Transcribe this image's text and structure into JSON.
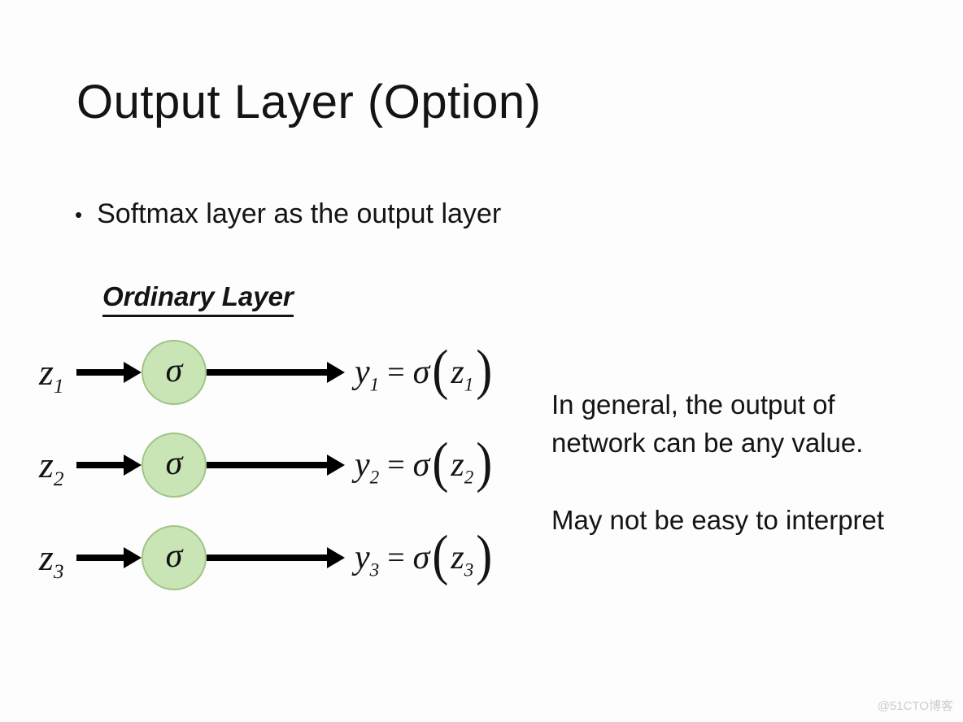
{
  "slide": {
    "title": "Output Layer (Option)",
    "bullet_char": "•",
    "bullet_text": "Softmax layer as the output layer",
    "diagram_heading": "Ordinary Layer",
    "sigma": "σ",
    "equals": "=",
    "paren_open": "(",
    "paren_close": ")",
    "rows": [
      {
        "input_base": "z",
        "input_sub": "1",
        "output_base": "y",
        "output_sub": "1"
      },
      {
        "input_base": "z",
        "input_sub": "2",
        "output_base": "y",
        "output_sub": "2"
      },
      {
        "input_base": "z",
        "input_sub": "3",
        "output_base": "y",
        "output_sub": "3"
      }
    ],
    "note_line1": "In general, the output of network can be any value.",
    "note_line2": "May not be easy to interpret",
    "watermark": "@51CTO博客"
  },
  "colors": {
    "bg": "#fdfdfd",
    "text": "#141414",
    "arrow": "#000000",
    "node_fill": "#c9e4b5",
    "node_border": "#9fc386",
    "watermark": "#cccccc"
  }
}
